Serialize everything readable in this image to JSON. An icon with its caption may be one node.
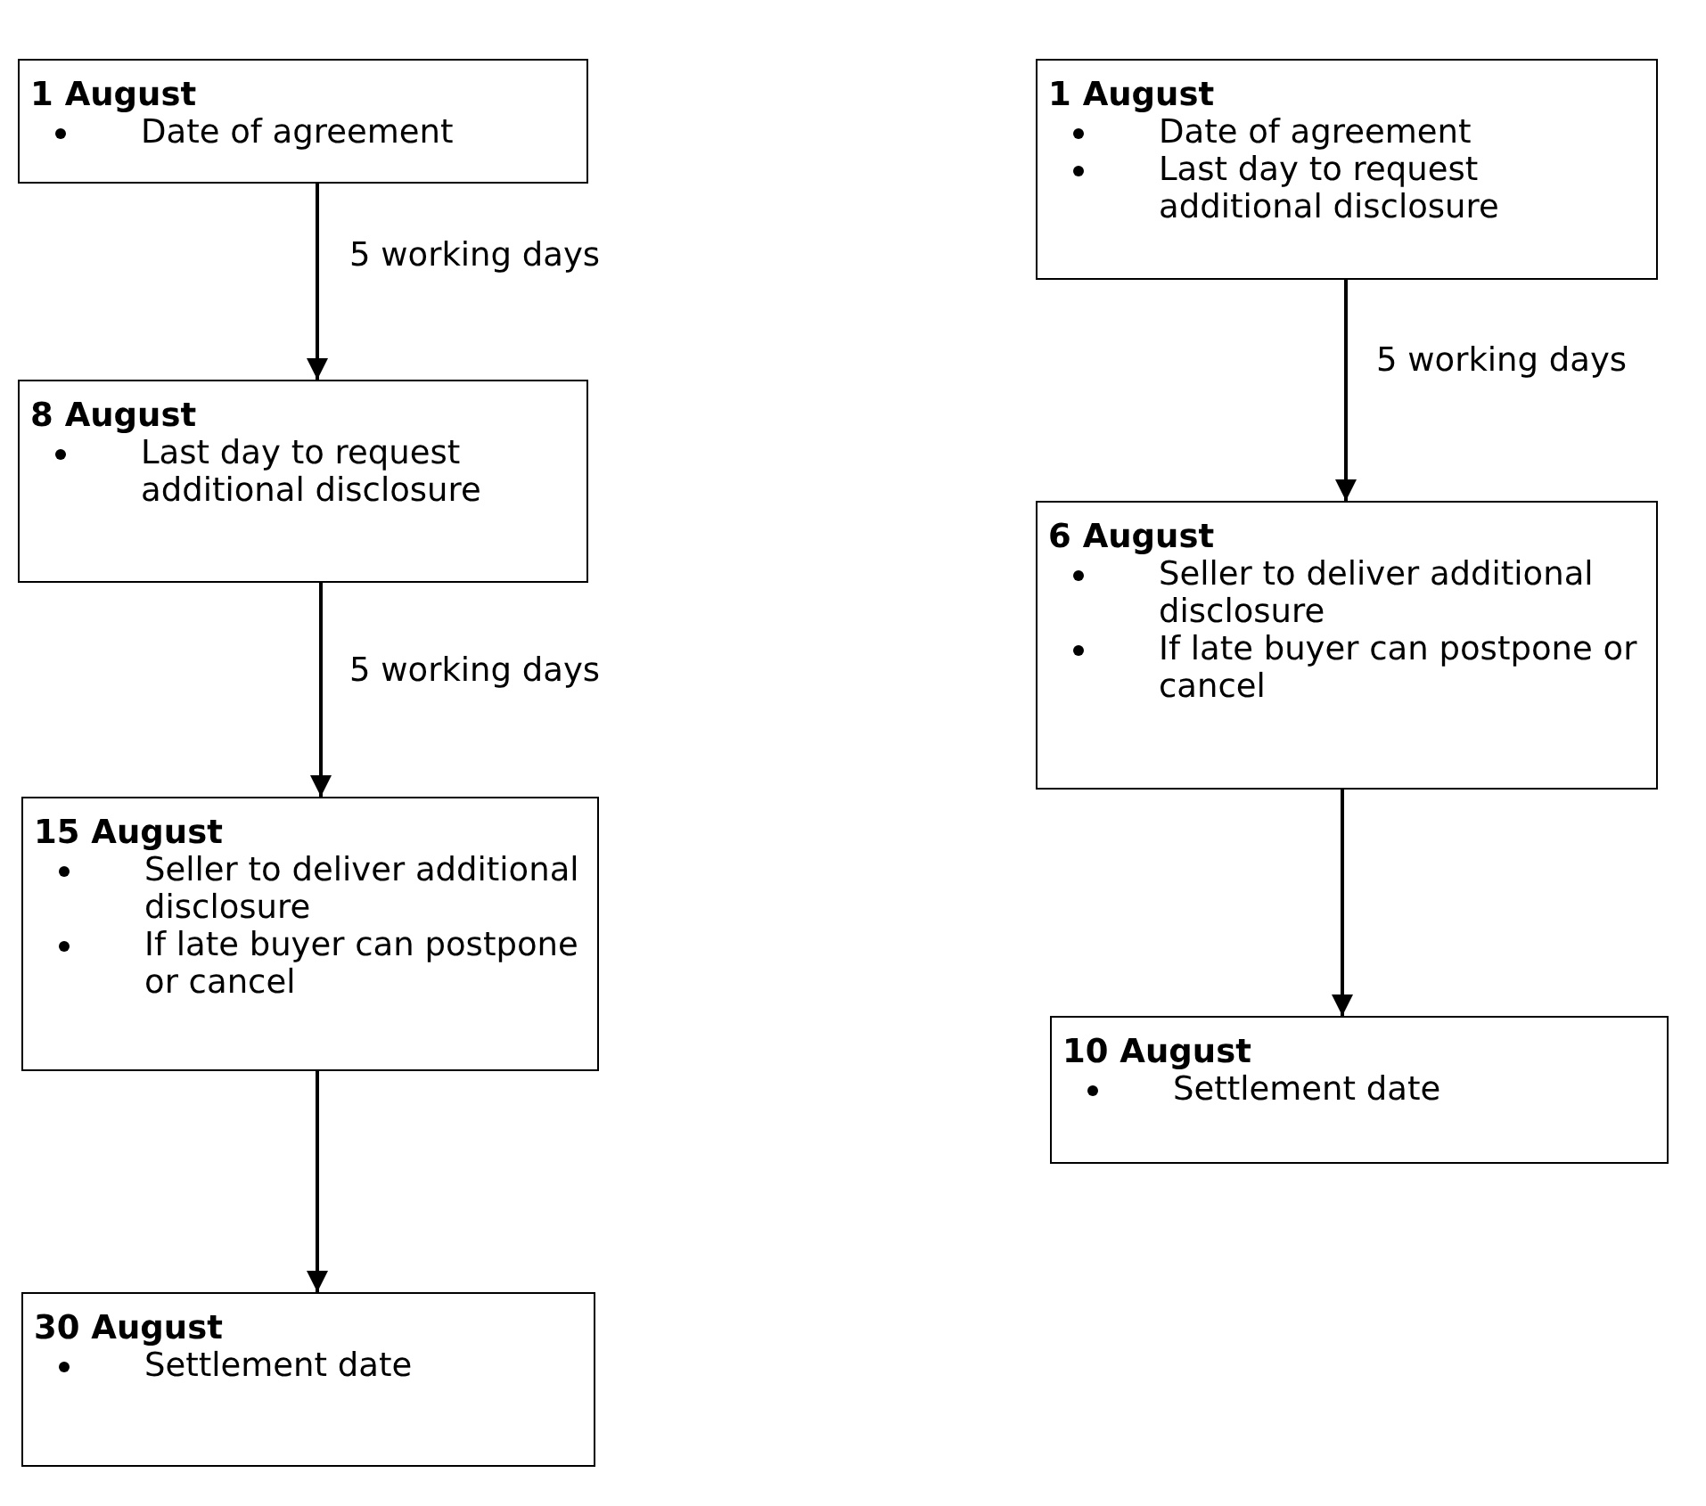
{
  "diagram": {
    "nodes": [
      {
        "text": [
          "1 August",
          "Date of agreement"
        ]
      },
      {
        "text": [
          "8 August",
          "Last day to request additional disclosure"
        ]
      },
      {
        "text": [
          "15 August",
          "Seller to deliver additional disclosure",
          "If late buyer can postpone or cancel"
        ]
      },
      {
        "text": [
          "30 August",
          "Settlement date"
        ]
      },
      {
        "text": [
          "1 August",
          "Date of agreement",
          "Last day to request additional disclosure"
        ]
      },
      {
        "text": [
          "6 August",
          "Seller to deliver additional disclosure",
          "If late buyer can postpone or cancel"
        ]
      },
      {
        "text": [
          "10 August",
          "Settlement date"
        ]
      }
    ],
    "edges": [
      {
        "from": 0,
        "to": 1,
        "arrow": "to",
        "label": "5 working days"
      },
      {
        "from": 1,
        "to": 2,
        "arrow": "to",
        "label": "5 working days"
      },
      {
        "from": 2,
        "to": 3,
        "arrow": "to"
      },
      {
        "from": 4,
        "to": 5,
        "arrow": "to",
        "label": "5 working days"
      },
      {
        "from": 5,
        "to": 6,
        "arrow": "to"
      }
    ]
  }
}
